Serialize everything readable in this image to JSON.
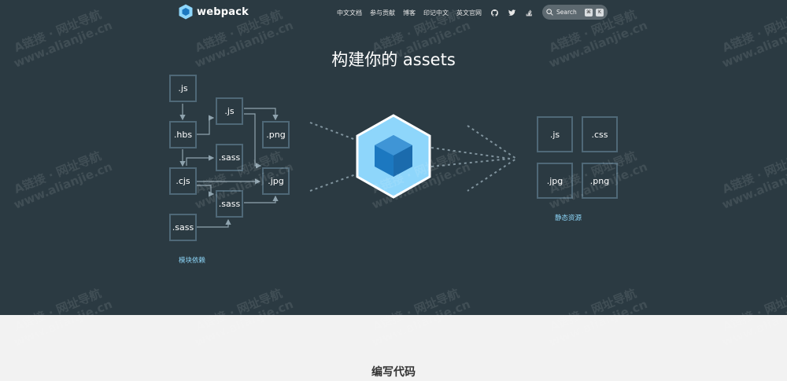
{
  "header": {
    "logo_text": "webpack",
    "nav": [
      "中文文档",
      "参与贡献",
      "博客",
      "印记中文",
      "英文官网"
    ],
    "icons": [
      "github-icon",
      "twitter-icon",
      "stackoverflow-icon",
      "theme-toggle-icon"
    ],
    "search": {
      "label": "Search",
      "keys": [
        "⌘",
        "K"
      ]
    }
  },
  "hero": {
    "title": "构建你的 assets",
    "modules": {
      "a": ".js",
      "b": ".hbs",
      "c": ".cjs",
      "d": ".sass",
      "e": ".js",
      "f": ".sass",
      "g": ".sass",
      "h": ".png",
      "i": ".jpg"
    },
    "modules_caption": "模块依赖",
    "outputs": [
      ".js",
      ".css",
      ".jpg",
      ".png"
    ],
    "outputs_caption": "静态资源"
  },
  "lower": {
    "section_title": "编写代码"
  },
  "watermark": {
    "line1": "A链接 · 网址导航",
    "line2": "www.alianjie.cn"
  },
  "colors": {
    "hero_bg": "#2b3a42",
    "box_border": "#4f6877",
    "accent": "#8dd6f9",
    "cube_light": "#8ed6fb",
    "cube_dark": "#1c78c0"
  }
}
